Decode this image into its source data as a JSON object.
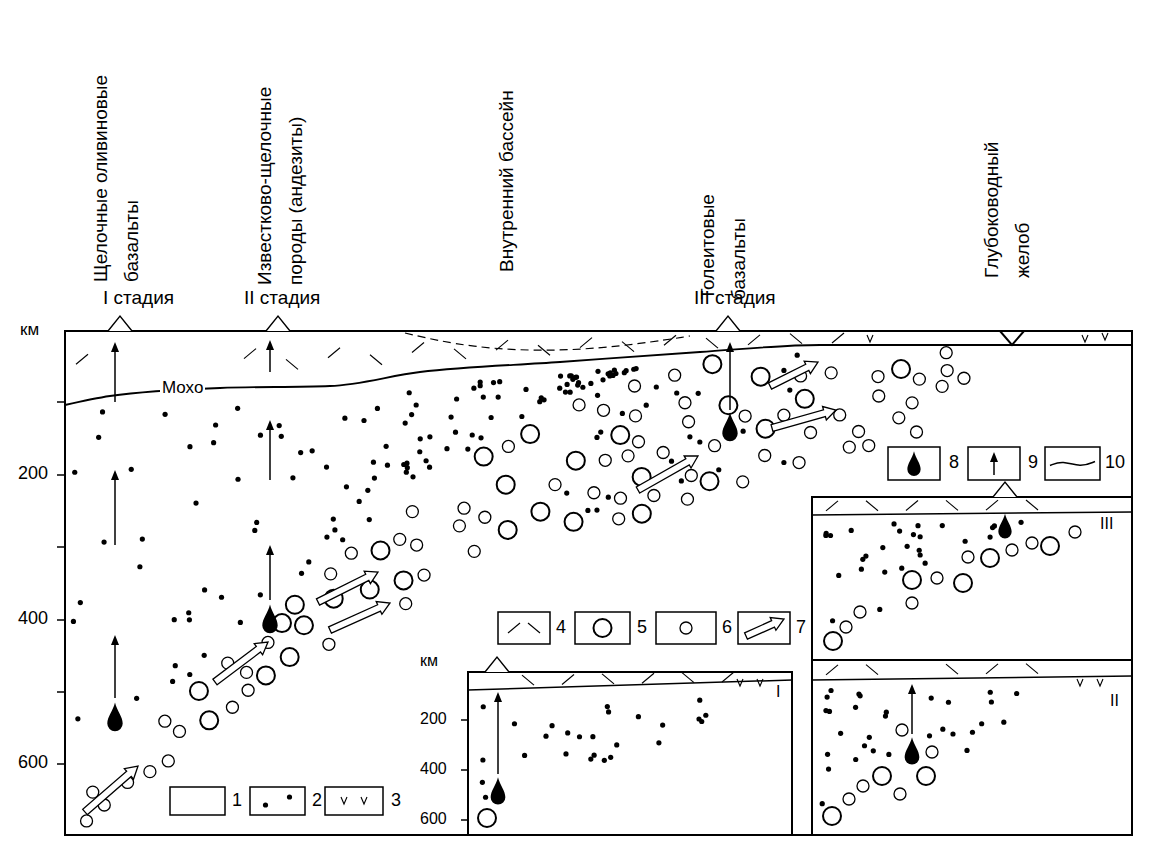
{
  "diagram": {
    "labels": [
      "Щелочные оливиновые базальты",
      "Известково-щелочные породы (андезиты)",
      "Внутренний бассейн",
      "Толеитовые базальты",
      "Глубоководный желоб",
      "I стадия",
      "II стадия",
      "III стадия",
      "км",
      "Мохо",
      "200",
      "400",
      "600",
      "км",
      "200",
      "400",
      "600",
      "I",
      "II",
      "III"
    ],
    "legend": [
      {
        "text": "1"
      },
      {
        "text": "2"
      },
      {
        "text": "3"
      },
      {
        "text": "4"
      },
      {
        "text": "5"
      },
      {
        "text": "6"
      },
      {
        "text": "7"
      },
      {
        "text": "8"
      },
      {
        "text": "9"
      },
      {
        "text": "10"
      }
    ]
  }
}
